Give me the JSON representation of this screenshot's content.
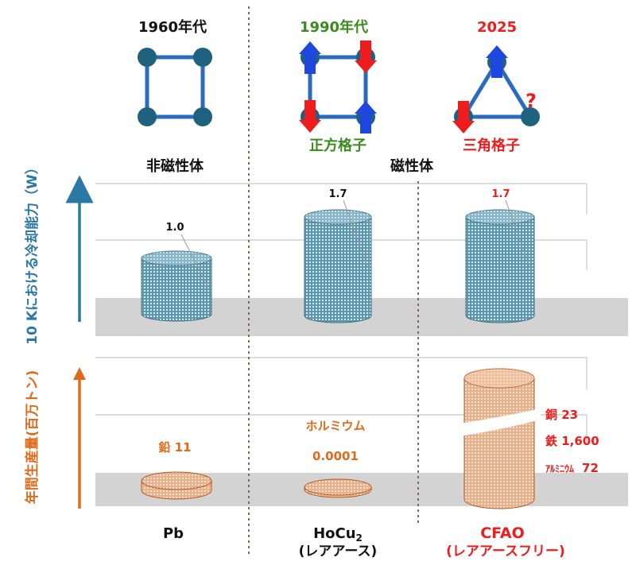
{
  "eras": [
    {
      "label": "1960年代",
      "color": "#111111"
    },
    {
      "label": "1990年代",
      "color": "#3b8a1e"
    },
    {
      "label": "2025",
      "color": "#ee1c1c"
    }
  ],
  "lattice": {
    "square": "正方格子",
    "triangle": "三角格子",
    "question": "?"
  },
  "categories": {
    "non_magnetic": "非磁性体",
    "magnetic": "磁性体"
  },
  "axes": {
    "cooling": "10 Kにおける冷却能力（W）",
    "production": "年間生産量(百万トン)"
  },
  "materials": [
    {
      "name": "Pb",
      "sub": "",
      "cooling_label": "1.0",
      "production_label": "鉛 11"
    },
    {
      "name": "HoCu",
      "subscript": "2",
      "sub": "(レアアース)",
      "cooling_label": "1.7",
      "production_name": "ホルミウム",
      "production_label": "0.0001"
    },
    {
      "name": "CFAO",
      "sub": "(レアアースフリー)",
      "cooling_label": "1.7"
    }
  ],
  "cfao_breakdown": [
    {
      "label": "銅 23"
    },
    {
      "label": "鉄 1,600"
    },
    {
      "label": "アルミニウム 72",
      "name": "ｱﾙﾐﾆｳﾑ",
      "value": "72"
    }
  ],
  "colors": {
    "blue": "#2a78a4",
    "orange": "#e06a1c",
    "red": "#ee1c1c",
    "green": "#3b8a1e",
    "node": "#1f6280",
    "bond": "#2a6bbd"
  }
}
